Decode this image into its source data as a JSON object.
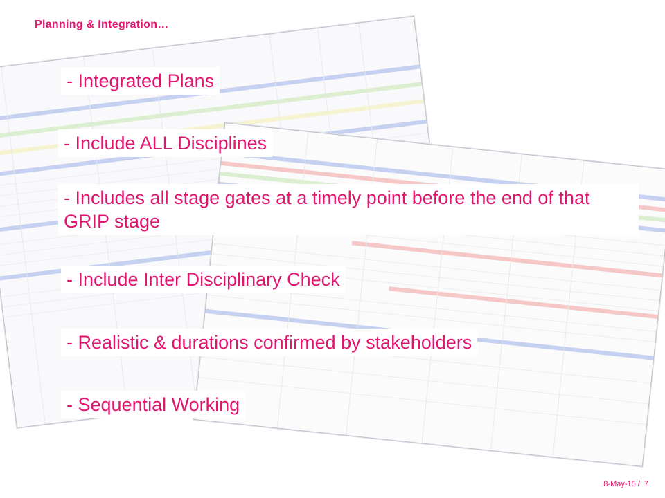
{
  "slide": {
    "title": "Planning & Integration…",
    "bullets": [
      "- Integrated Plans",
      "- Include ALL Disciplines",
      "- Includes all stage gates at a timely point before the end of that GRIP stage",
      "- Include Inter Disciplinary Check",
      "- Realistic & durations confirmed by stakeholders",
      "- Sequential Working"
    ],
    "footer": {
      "date": "8-May-15 /",
      "page": "7"
    }
  },
  "colors": {
    "accent": "#e0156f",
    "background": "#ffffff"
  }
}
